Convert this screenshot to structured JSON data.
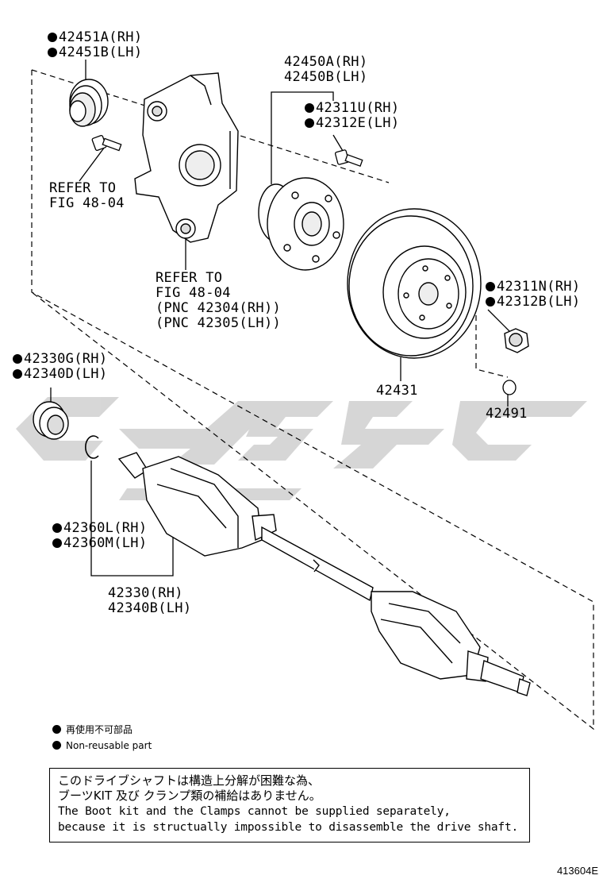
{
  "labels": {
    "p42451": [
      "42451A(RH)",
      "42451B(LH)"
    ],
    "p42450": [
      "42450A(RH)",
      "42450B(LH)"
    ],
    "p42311u": [
      "42311U(RH)",
      "42312E(LH)"
    ],
    "refer_knuckle_top": [
      "REFER TO",
      "FIG 48-04"
    ],
    "refer_knuckle_bottom": [
      "REFER TO",
      "FIG 48-04",
      "(PNC 42304(RH))",
      "(PNC 42305(LH))"
    ],
    "p42311n": [
      "42311N(RH)",
      "42312B(LH)"
    ],
    "p42431": "42431",
    "p42491": "42491",
    "p42330g": [
      "42330G(RH)",
      "42340D(LH)"
    ],
    "p42360": [
      "42360L(RH)",
      "42360M(LH)"
    ],
    "p42330": [
      "42330(RH)",
      "42340B(LH)"
    ]
  },
  "legend": {
    "jp": "再使用不可部品",
    "en": "Non-reusable part"
  },
  "note": {
    "jp_line1": "このドライブシャフトは構造上分解が困難な為、",
    "jp_line2": "ブーツKIT 及び クランプ類の補給はありません。",
    "en_line1": "The Boot kit and the Clamps cannot be supplied separately,",
    "en_line2": "because it is structually impossible to disassemble the drive shaft."
  },
  "figure_id": "413604E",
  "watermark_color": "#d0d0d0"
}
